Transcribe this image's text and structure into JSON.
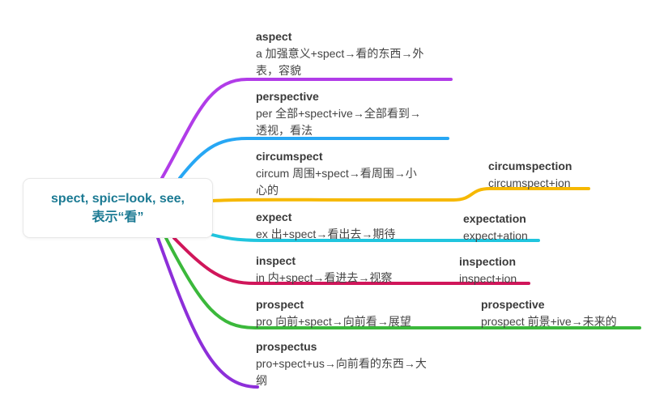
{
  "central": {
    "line1": "spect, spic=look, see,",
    "line2": "表示“看”"
  },
  "branches": [
    {
      "title": "aspect",
      "line1": "a 加强意义+spect→看的东西→外",
      "line2": "表，容貌",
      "color": "#b13ce8"
    },
    {
      "title": "perspective",
      "line1": "per 全部+spect+ive→全部看到→",
      "line2": "透视，看法",
      "color": "#27a7f4"
    },
    {
      "title": "circumspect",
      "line1": "circum 周围+spect→看周围→小",
      "line2": "心的",
      "color": "#f6b800",
      "child": {
        "title": "circumspection",
        "desc": "circumspect+ion"
      }
    },
    {
      "title": "expect",
      "line1": "ex 出+spect→看出去→期待",
      "color": "#20c5de",
      "child": {
        "title": "expectation",
        "desc": "expect+ation"
      }
    },
    {
      "title": "inspect",
      "line1": "in 内+spect→看进去→视察",
      "color": "#d0165a",
      "child": {
        "title": "inspection",
        "desc": "inspect+ion"
      }
    },
    {
      "title": "prospect",
      "line1": "pro 向前+spect→向前看→展望",
      "color": "#3bb83b",
      "child": {
        "title": "prospective",
        "desc": "prospect 前景+ive→未来的"
      }
    },
    {
      "title": "prospectus",
      "line1": "pro+spect+us→向前看的东西→大",
      "line2": "纲",
      "color": "#8d2fd9"
    }
  ]
}
